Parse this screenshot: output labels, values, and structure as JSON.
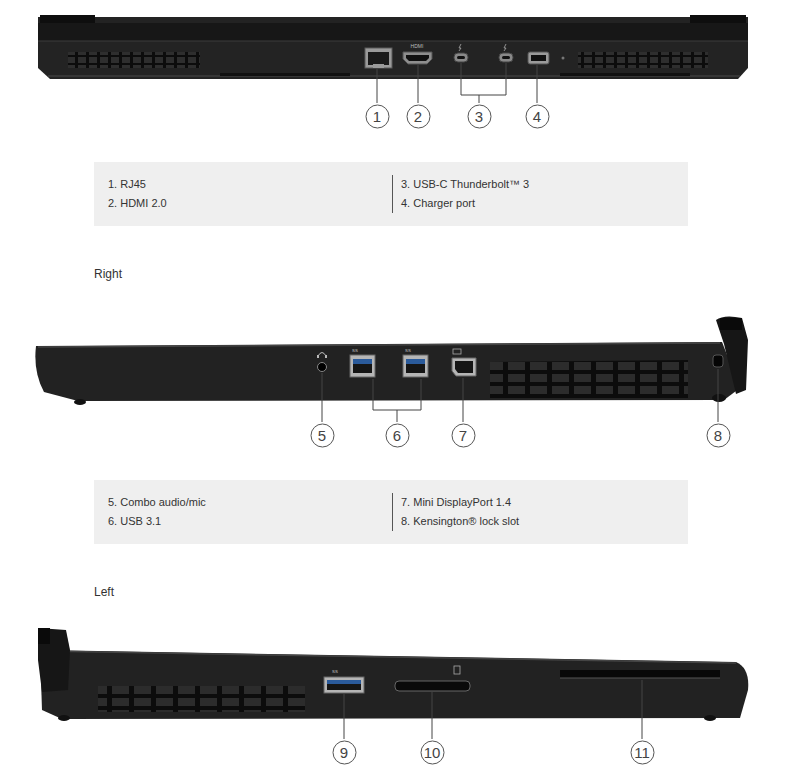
{
  "diagram": {
    "nodes": [
      {
        "text": [
          "1"
        ]
      },
      {
        "text": [
          "2"
        ]
      },
      {
        "text": [
          "3"
        ]
      },
      {
        "text": [
          "4"
        ]
      },
      {
        "text": [
          "1. RJ45",
          "2. HDMI 2.0",
          "3. USB-C Thunderbolt™ 3",
          "4. Charger port"
        ]
      },
      {
        "text": [
          "5"
        ]
      },
      {
        "text": [
          "6"
        ]
      },
      {
        "text": [
          "7"
        ]
      },
      {
        "text": [
          "8"
        ]
      },
      {
        "text": [
          "5. Combo audio/mic",
          "6. USB 3.1",
          "7. Mini DisplayPort 1.4",
          "8. Kensington® lock slot"
        ]
      },
      {
        "text": [
          "9"
        ]
      },
      {
        "text": [
          "10"
        ]
      },
      {
        "text": [
          "11"
        ]
      }
    ],
    "labels": [
      "HDMI",
      "Right",
      "Left"
    ]
  }
}
